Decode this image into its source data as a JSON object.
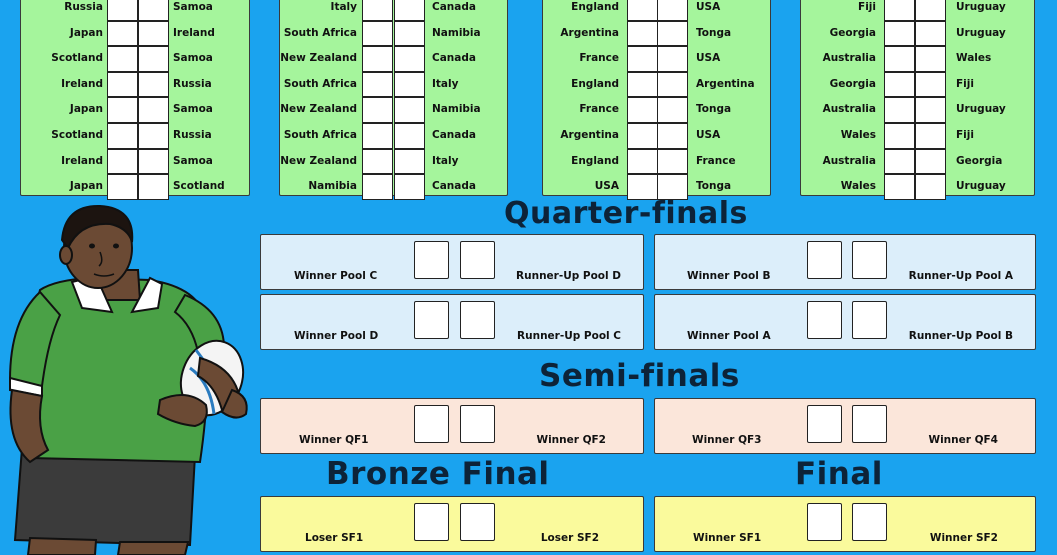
{
  "pools": [
    {
      "rows": [
        {
          "team1": "Russia",
          "team2": "Samoa"
        },
        {
          "team1": "Japan",
          "team2": "Ireland"
        },
        {
          "team1": "Scotland",
          "team2": "Samoa"
        },
        {
          "team1": "Ireland",
          "team2": "Russia"
        },
        {
          "team1": "Japan",
          "team2": "Samoa"
        },
        {
          "team1": "Scotland",
          "team2": "Russia"
        },
        {
          "team1": "Ireland",
          "team2": "Samoa"
        },
        {
          "team1": "Japan",
          "team2": "Scotland"
        }
      ]
    },
    {
      "rows": [
        {
          "team1": "Italy",
          "team2": "Canada"
        },
        {
          "team1": "South Africa",
          "team2": "Namibia"
        },
        {
          "team1": "New Zealand",
          "team2": "Canada"
        },
        {
          "team1": "South Africa",
          "team2": "Italy"
        },
        {
          "team1": "New Zealand",
          "team2": "Namibia"
        },
        {
          "team1": "South Africa",
          "team2": "Canada"
        },
        {
          "team1": "New Zealand",
          "team2": "Italy"
        },
        {
          "team1": "Namibia",
          "team2": "Canada"
        }
      ]
    },
    {
      "rows": [
        {
          "team1": "England",
          "team2": "USA"
        },
        {
          "team1": "Argentina",
          "team2": "Tonga"
        },
        {
          "team1": "France",
          "team2": "USA"
        },
        {
          "team1": "England",
          "team2": "Argentina"
        },
        {
          "team1": "France",
          "team2": "Tonga"
        },
        {
          "team1": "Argentina",
          "team2": "USA"
        },
        {
          "team1": "England",
          "team2": "France"
        },
        {
          "team1": "USA",
          "team2": "Tonga"
        }
      ]
    },
    {
      "rows": [
        {
          "team1": "Fiji",
          "team2": "Uruguay"
        },
        {
          "team1": "Georgia",
          "team2": "Uruguay"
        },
        {
          "team1": "Australia",
          "team2": "Wales"
        },
        {
          "team1": "Georgia",
          "team2": "Fiji"
        },
        {
          "team1": "Australia",
          "team2": "Uruguay"
        },
        {
          "team1": "Wales",
          "team2": "Fiji"
        },
        {
          "team1": "Australia",
          "team2": "Georgia"
        },
        {
          "team1": "Wales",
          "team2": "Uruguay"
        }
      ]
    }
  ],
  "headings": {
    "quarter_finals": "Quarter-finals",
    "semi_finals": "Semi-finals",
    "bronze_final": "Bronze Final",
    "final": "Final"
  },
  "quarter_finals": [
    {
      "left": "Winner Pool C",
      "right": "Runner-Up Pool D"
    },
    {
      "left": "Winner Pool B",
      "right": "Runner-Up Pool A"
    },
    {
      "left": "Winner Pool D",
      "right": "Runner-Up Pool C"
    },
    {
      "left": "Winner Pool A",
      "right": "Runner-Up Pool B"
    }
  ],
  "semi_finals": [
    {
      "left": "Winner QF1",
      "right": "Winner QF2"
    },
    {
      "left": "Winner QF3",
      "right": "Winner QF4"
    }
  ],
  "bronze_final": {
    "left": "Loser SF1",
    "right": "Loser SF2"
  },
  "final": {
    "left": "Winner SF1",
    "right": "Winner SF2"
  },
  "colors": {
    "background": "#1aa3ef",
    "pool_panel": "#a5f59c",
    "quarter_final_box": "#dceefa",
    "semi_final_box": "#fbe6da",
    "final_box": "#fafa9c",
    "heading_text": "#0d2338"
  },
  "illustration": "rugby-player-with-ball"
}
